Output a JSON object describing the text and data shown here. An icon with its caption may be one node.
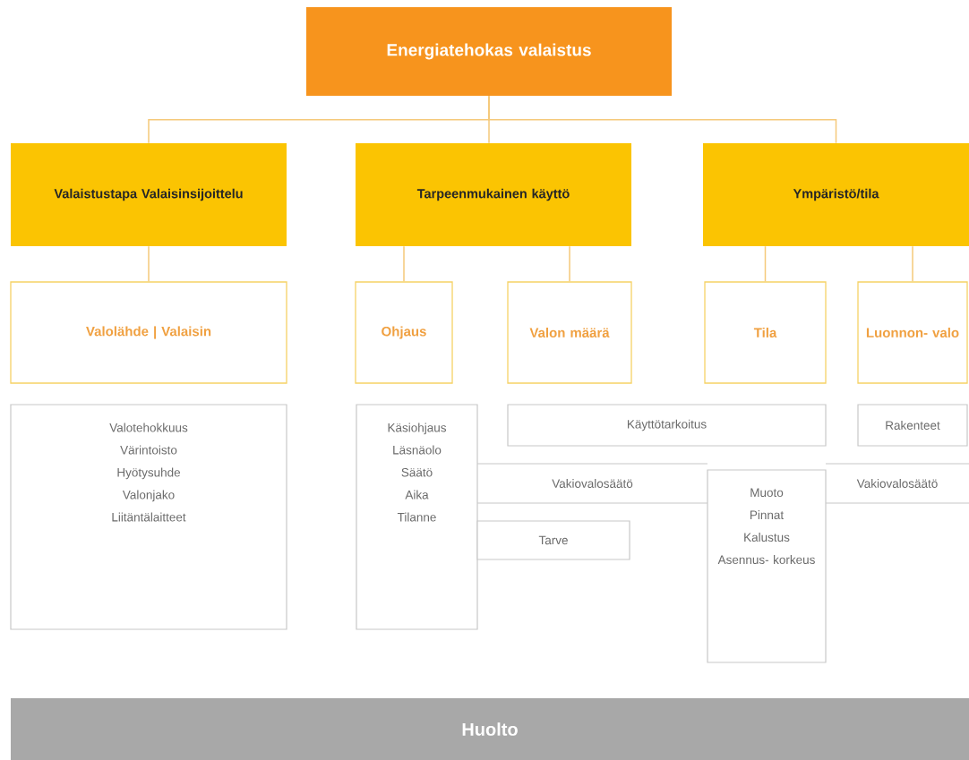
{
  "diagram": {
    "nodes": [
      {
        "text": [
          "Energiatehokas valaistus"
        ]
      },
      {
        "text": [
          "Valaistustapa Valaisinsijoittelu"
        ]
      },
      {
        "text": [
          "Tarpeenmukainen käyttö"
        ]
      },
      {
        "text": [
          "Ympäristö/tila"
        ]
      },
      {
        "text": [
          "Valolähde | Valaisin"
        ]
      },
      {
        "text": [
          "Ohjaus"
        ]
      },
      {
        "text": [
          "Valon määrä"
        ]
      },
      {
        "text": [
          "Tila"
        ]
      },
      {
        "text": [
          "Luonnon- valo"
        ]
      },
      {
        "text": [
          "Valotehokkuus",
          "Värintoisto",
          "Hyötysuhde",
          "Valonjako",
          "Liitäntälaitteet"
        ]
      },
      {
        "text": [
          "Käsiohjaus",
          "Läsnäolo",
          "Säätö",
          "Aika",
          "Tilanne"
        ]
      },
      {
        "text": [
          "Käyttötarkoitus"
        ]
      },
      {
        "text": [
          "Rakenteet"
        ]
      },
      {
        "text": [
          "Vakiovalosäätö"
        ]
      },
      {
        "text": [
          "Muoto",
          "Pinnat",
          "Kalustus",
          "Asennus- korkeus"
        ]
      },
      {
        "text": [
          "Vakiovalosäätö"
        ]
      },
      {
        "text": [
          "Tarve"
        ]
      },
      {
        "text": [
          "Huolto"
        ]
      }
    ],
    "edges": [
      {
        "from": 0,
        "to": 1,
        "arrow": "none"
      },
      {
        "from": 0,
        "to": 2,
        "arrow": "none"
      },
      {
        "from": 0,
        "to": 3,
        "arrow": "none"
      },
      {
        "from": 1,
        "to": 4,
        "arrow": "none"
      },
      {
        "from": 2,
        "to": 5,
        "arrow": "none"
      },
      {
        "from": 2,
        "to": 6,
        "arrow": "none"
      },
      {
        "from": 3,
        "to": 7,
        "arrow": "none"
      },
      {
        "from": 3,
        "to": 8,
        "arrow": "none"
      }
    ]
  }
}
